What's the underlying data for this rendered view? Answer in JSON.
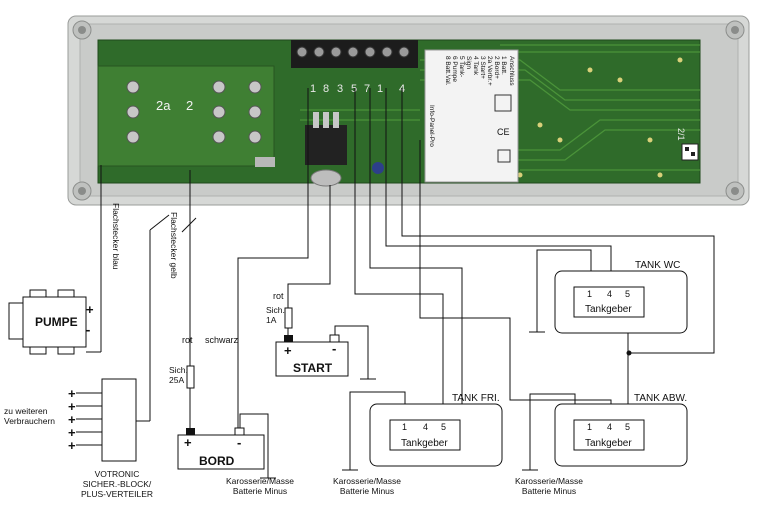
{
  "panel": {
    "label_sheet_title": "Anschluss",
    "label_lines": [
      "1 Batt.",
      "2 Bord+",
      "2a Verbr.+",
      "3 Start+",
      "4 Tank",
      "Sign",
      "5 Tank-",
      "6 Pumpe",
      "8 Batt.Val."
    ],
    "product_name": "Info-Panel-Pro",
    "terminal_numbers": [
      "1",
      "8",
      "3",
      "5",
      "7",
      "1",
      "4"
    ],
    "fuse_block_labels": [
      "2a",
      "2"
    ],
    "board_code": "2/1"
  },
  "labels": {
    "flachstecker_blau": "Flachstecker blau",
    "flachstecker_gelb": "Flachstecker gelb",
    "pumpe": "PUMPE",
    "plus_sign": "+",
    "minus_sign": "-",
    "rot_1": "rot",
    "rot_2": "rot",
    "schwarz": "schwarz",
    "fuse_start": "Sich.\n1A",
    "fuse_bord": "Sich.\n25A",
    "start": "START",
    "bord": "BORD",
    "zu_weiteren": "zu weiteren\nVerbrauchern",
    "votronic": "VOTRONIC\nSICHER.-BLOCK/\nPLUS-VERTEILER",
    "masse_1": "Karosserie/Masse\nBatterie Minus",
    "masse_2": "Karosserie/Masse\nBatterie Minus",
    "masse_3": "Karosserie/Masse\nBatterie Minus",
    "tank_wc": "TANK WC",
    "tank_fri": "TANK FRI.",
    "tank_abw": "TANK ABW.",
    "tankgeber": "Tankgeber",
    "pin_1": "1",
    "pin_4": "4",
    "pin_5": "5"
  }
}
